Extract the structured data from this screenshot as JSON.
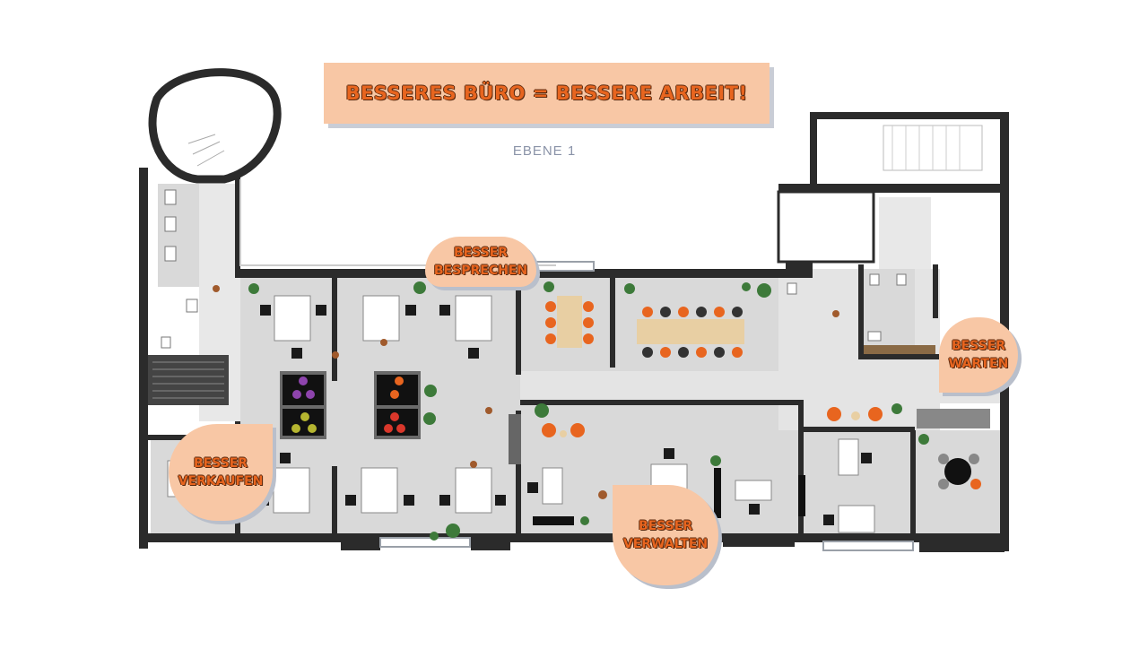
{
  "title": "BESSERES BÜRO = BESSERE ARBEIT!",
  "floor_label": "EBENE 1",
  "zones": [
    {
      "id": "besprechen",
      "lines": [
        "BESSER",
        "BESPRECHEN"
      ]
    },
    {
      "id": "verkaufen",
      "lines": [
        "BESSER",
        "VERKAUFEN"
      ]
    },
    {
      "id": "verwalten",
      "lines": [
        "BESSER",
        "VERWALTEN"
      ]
    },
    {
      "id": "warten",
      "lines": [
        "BESSER",
        "WARTEN"
      ]
    }
  ],
  "colors": {
    "accent_fill": "#f8c7a5",
    "accent_text": "#e8651f",
    "wall": "#2b2b2b",
    "floor": "#d9d9d9",
    "table": "#f4e4c8"
  }
}
